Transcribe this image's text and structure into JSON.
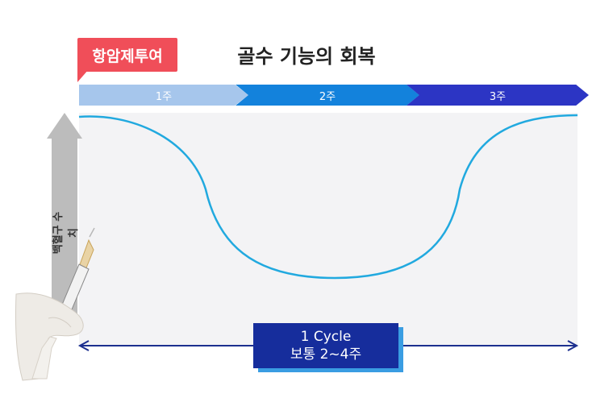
{
  "title": "골수 기능의 회복",
  "tag": "항암제투여",
  "weeks": [
    "1주",
    "2주",
    "3주"
  ],
  "y_label": "백혈구 수치",
  "cycle": {
    "line1": "1 Cycle",
    "line2": "보통 2~4주"
  },
  "colors": {
    "tag": "#f04e59",
    "week1": "#a6c6ec",
    "week2": "#1382dc",
    "week3": "#2c35c4",
    "curve": "#21a9df",
    "cycle_box": "#162d9c"
  }
}
